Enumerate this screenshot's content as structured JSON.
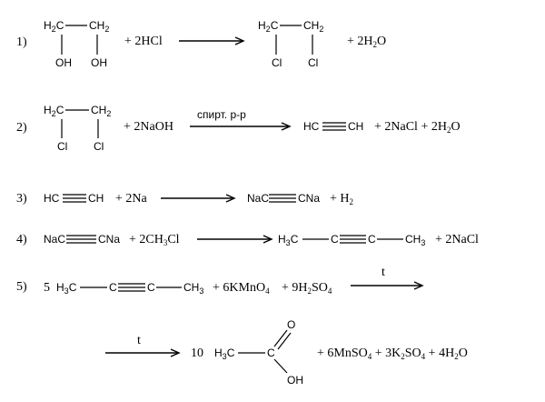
{
  "reactions": [
    {
      "num": "1)",
      "r1": {
        "left": "H",
        "left_sub": "2",
        "left2": "C",
        "right": "CH",
        "right_sub": "2",
        "g1": "OH",
        "g2": "OH"
      },
      "reagent": "+ 2HCl",
      "p1": {
        "left": "H",
        "left_sub": "2",
        "left2": "C",
        "right": "CH",
        "right_sub": "2",
        "g1": "Cl",
        "g2": "Cl"
      },
      "byproduct": {
        "a": "+ 2H",
        "sub": "2",
        "b": "O"
      }
    },
    {
      "num": "2)",
      "r1": {
        "left": "H",
        "left_sub": "2",
        "left2": "C",
        "right": "CH",
        "right_sub": "2",
        "g1": "Cl",
        "g2": "Cl"
      },
      "reagent": "+ 2NaOH",
      "condition": "спирт. р-р",
      "p1": {
        "left": "HC",
        "right": "CH"
      },
      "byproduct": {
        "a": "+ 2NaCl + 2H",
        "sub": "2",
        "b": "O"
      }
    },
    {
      "num": "3)",
      "r1": {
        "left": "HC",
        "right": "CH"
      },
      "reagent": "+ 2Na",
      "p1": {
        "left": "NaC",
        "right": "CNa"
      },
      "byproduct": {
        "a": "+ H",
        "sub": "2",
        "b": ""
      }
    },
    {
      "num": "4)",
      "r1": {
        "left": "NaC",
        "right": "CNa"
      },
      "reagent": {
        "a": "+ 2CH",
        "sub": "3",
        "b": "Cl"
      },
      "p1": {
        "c1": "H",
        "c1_sub": "3",
        "c1b": "C",
        "c2": "C",
        "c3": "C",
        "c4": "CH",
        "c4_sub": "3"
      },
      "byproduct": {
        "a": "+ 2NaCl",
        "sub": "",
        "b": ""
      }
    },
    {
      "num": "5)",
      "coef": "5",
      "r1": {
        "c1": "H",
        "c1_sub": "3",
        "c1b": "C",
        "c2": "C",
        "c3": "C",
        "c4": "CH",
        "c4_sub": "3"
      },
      "reagent1": {
        "a": "+ 6KMnO",
        "sub": "4"
      },
      "reagent2": {
        "a": "+ 9H",
        "sub1": "2",
        "b": "SO",
        "sub2": "4"
      },
      "condition": "t"
    },
    {
      "condition": "t",
      "coef": "10",
      "p1": {
        "me": "H",
        "me_sub": "3",
        "me2": "C",
        "c": "C",
        "o": "O",
        "oh": "OH"
      },
      "byproduct": {
        "a": "+ 6MnSO",
        "s1": "4",
        "b": " + 3K",
        "s2": "2",
        "c": "SO",
        "s3": "4",
        "d": " + 4H",
        "s4": "2",
        "e": "O"
      }
    }
  ]
}
